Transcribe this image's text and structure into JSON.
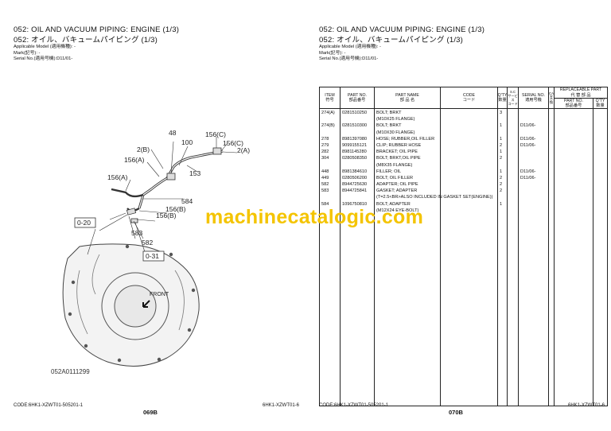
{
  "left_page": {
    "title_en": "052: OIL AND VACUUM PIPING: ENGINE (1/3)",
    "title_jp": "052: オイル、バキュームパイピング (1/3)",
    "applicable_model": "Applicable Model (適用機種): -",
    "mark": "Mark(記号): -",
    "serial_no": "Serial No.(適用号機):D11/01-",
    "figure_code": "052A0111299",
    "footer_code": "CODE:6HK1-XZWT01-505201-1",
    "page_number": "069B",
    "footer_right": "6HK1-XZWT01-6",
    "figure_labels": [
      "48",
      "100",
      "156(C)",
      "156(C)",
      "2(A)",
      "2(B)",
      "156(A)",
      "156(A)",
      "153",
      "584",
      "156(B)",
      "156(B)",
      "0-20",
      "583",
      "582",
      "0-31",
      "FRONT"
    ]
  },
  "right_page": {
    "title_en": "052: OIL AND VACUUM PIPING: ENGINE (1/3)",
    "title_jp": "052: オイル、バキュームパイピング (1/3)",
    "applicable_model": "Applicable Model (適用機種): -",
    "mark": "Mark(記号): -",
    "serial_no": "Serial No.(適用号機):D11/01-",
    "footer_code": "CODE:6HK1-XZWT01-505201-1",
    "page_number": "070B",
    "footer_right": "6HK1-XZWT01-6",
    "table": {
      "headers": {
        "item": [
          "ITEM",
          "符号"
        ],
        "part_no": [
          "PART NO.",
          "部品番号"
        ],
        "part_name": [
          "PART NAME",
          "部 品 名"
        ],
        "code": [
          "CODE",
          "コード"
        ],
        "qty": [
          "Q'TY",
          "数量"
        ],
        "sc": [
          "S.C",
          "サービス",
          "コード"
        ],
        "serial": [
          "SERIAL NO.",
          "適用号機"
        ],
        "ca": [
          "CA",
          "互",
          "換"
        ],
        "replaceable": [
          "REPLACEABLE PART",
          "代 替 部 品"
        ],
        "rep_part_no": [
          "PART NO.",
          "部品番号"
        ],
        "rep_qty": [
          "Q'TY",
          "数量"
        ]
      },
      "rows": [
        {
          "item": "274(A)",
          "part_no": "0281510250",
          "name": "BOLT; BRKT",
          "qty": "3",
          "serial": ""
        },
        {
          "item": "",
          "part_no": "",
          "name": "(M10X25 FLANGE)",
          "qty": "",
          "serial": ""
        },
        {
          "item": "274(B)",
          "part_no": "0281510300",
          "name": "BOLT; BRKT",
          "qty": "1",
          "serial": "D11/06-"
        },
        {
          "item": "",
          "part_no": "",
          "name": "(M10X30 FLANGE)",
          "qty": "",
          "serial": ""
        },
        {
          "item": "278",
          "part_no": "8981397080",
          "name": "HOSE; RUBBER,OIL FILLER",
          "qty": "1",
          "serial": "D11/06-"
        },
        {
          "item": "279",
          "part_no": "9099155121",
          "name": "CLIP; RUBBER HOSE",
          "qty": "2",
          "serial": "D11/06-"
        },
        {
          "item": "282",
          "part_no": "8981145280",
          "name": "BRACKET; OIL PIPE",
          "qty": "1",
          "serial": ""
        },
        {
          "item": "304",
          "part_no": "0280508350",
          "name": "BOLT; BRKT,OIL PIPE",
          "qty": "2",
          "serial": ""
        },
        {
          "item": "",
          "part_no": "",
          "name": "(M8X35 FLANGE)",
          "qty": "",
          "serial": ""
        },
        {
          "item": "448",
          "part_no": "8981384610",
          "name": "FILLER; OIL",
          "qty": "1",
          "serial": "D11/06-"
        },
        {
          "item": "449",
          "part_no": "0280506200",
          "name": "BOLT; OIL FILLER",
          "qty": "2",
          "serial": "D11/06-"
        },
        {
          "item": "582",
          "part_no": "8944725630",
          "name": "ADAPTER; OIL PIPE",
          "qty": "2",
          "serial": ""
        },
        {
          "item": "583",
          "part_no": "8944725841",
          "name": "GASKET; ADAPTER",
          "qty": "2",
          "serial": ""
        },
        {
          "item": "",
          "part_no": "",
          "name": "(T=2.5<BR>ALSO INCLUDED IN GASKET SET(ENGINE))",
          "qty": "",
          "serial": ""
        },
        {
          "item": "584",
          "part_no": "1096750810",
          "name": "BOLT; ADAPTER",
          "qty": "1",
          "serial": ""
        },
        {
          "item": "",
          "part_no": "",
          "name": "(M12X24 EYE-BOLT)",
          "qty": "",
          "serial": ""
        }
      ]
    }
  },
  "watermark": "machinecatalogic.com"
}
